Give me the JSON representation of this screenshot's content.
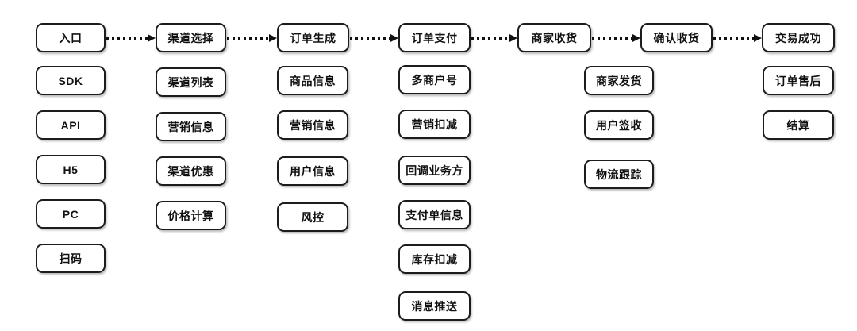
{
  "theme": {
    "page_bg": "#ffffff",
    "box_fill": "#ffffff",
    "box_border": "#1c1c1c",
    "arrow_color": "#111111",
    "text_color": "#111111"
  },
  "flow": {
    "stages": [
      {
        "label": "入口",
        "items": [
          "SDK",
          "API",
          "H5",
          "PC",
          "扫码"
        ]
      },
      {
        "label": "渠道选择",
        "items": [
          "渠道列表",
          "营销信息",
          "渠道优惠",
          "价格计算"
        ]
      },
      {
        "label": "订单生成",
        "items": [
          "商品信息",
          "营销信息",
          "用户信息",
          "风控"
        ]
      },
      {
        "label": "订单支付",
        "items": [
          "多商户号",
          "营销扣减",
          "回调业务方",
          "支付单信息",
          "库存扣减",
          "消息推送"
        ]
      },
      {
        "label": "商家收货",
        "items": []
      },
      {
        "label": "确认收货",
        "items": [
          "商家发货",
          "用户签收",
          "物流跟踪"
        ]
      },
      {
        "label": "交易成功",
        "items": [
          "订单售后",
          "结算"
        ]
      }
    ]
  }
}
